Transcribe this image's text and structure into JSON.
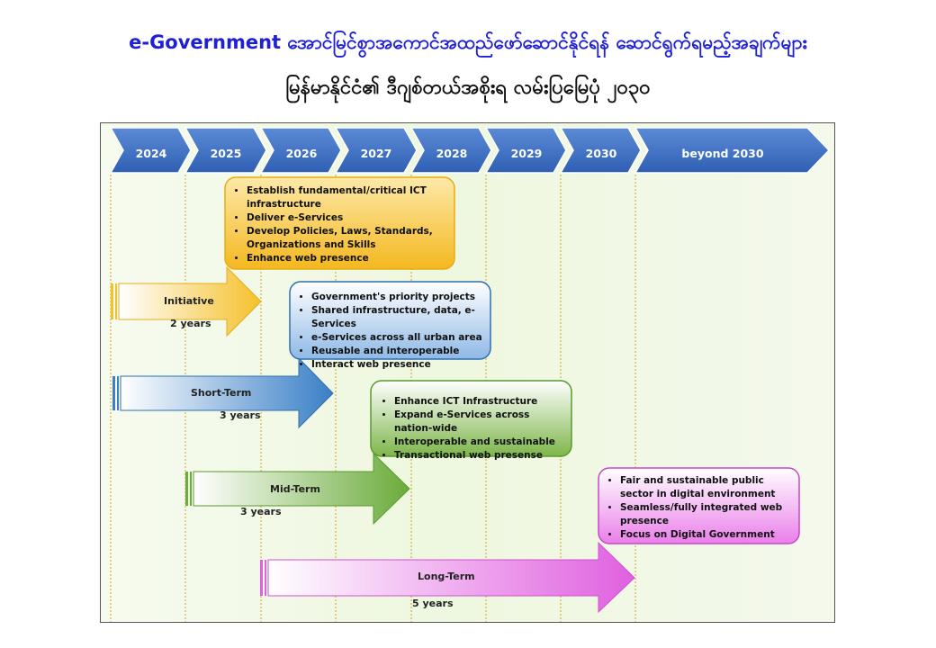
{
  "title": "e-Government အောင်မြင်စွာအကောင်အထည်ဖော်ဆောင်နိုင်ရန် ဆောင်ရွက်ရမည့်အချက်များ",
  "subtitle": "မြန်မာနိုင်ငံ၏ ဒီဂျစ်တယ်အစိုးရ လမ်းပြမြေပုံ ၂၀၃၀",
  "colors": {
    "header": "#3b6fc4",
    "initiative": "#f5c02a",
    "short_term": "#3a7fc7",
    "mid_term": "#6aab3a",
    "long_term": "#e060e0",
    "guide_line": "#d4a12a"
  },
  "years": [
    "2024",
    "2025",
    "2026",
    "2027",
    "2028",
    "2029",
    "2030",
    "beyond 2030"
  ],
  "boxes": {
    "initiative": [
      "Establish fundamental/critical ICT infrastructure",
      "Deliver e-Services",
      "Develop Policies, Laws, Standards, Organizations and Skills",
      "Enhance web presence"
    ],
    "short_term": [
      "Government's priority projects",
      "Shared infrastructure, data, e-Services",
      "e-Services across all urban area",
      "Reusable and interoperable",
      "Interact web presence"
    ],
    "mid_term": [
      "Enhance ICT Infrastructure",
      "Expand e-Services across nation-wide",
      "Interoperable and sustainable",
      "Transactional web presense"
    ],
    "long_term": [
      "Fair and sustainable public sector in digital environment",
      "Seamless/fully integrated web presence",
      "Focus on Digital Government"
    ]
  },
  "phases": {
    "initiative": {
      "label": "Initiative",
      "duration": "2 years"
    },
    "short_term": {
      "label": "Short-Term",
      "duration": "3 years"
    },
    "mid_term": {
      "label": "Mid-Term",
      "duration": "3 years"
    },
    "long_term": {
      "label": "Long-Term",
      "duration": "5 years"
    }
  }
}
